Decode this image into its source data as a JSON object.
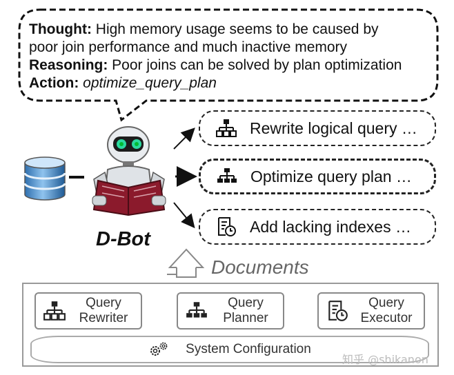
{
  "thought": {
    "thought_label": "Thought:",
    "thought_text": " High memory usage seems to be caused by",
    "thought_text_2": "poor join performance and much inactive memory",
    "reasoning_label": "Reasoning:",
    "reasoning_text": " Poor joins can be solved by plan optimization",
    "action_label": "Action:",
    "action_text": "optimize_query_plan"
  },
  "agent": {
    "name": "D-Bot"
  },
  "actions": [
    {
      "label": "Rewrite logical query …",
      "icon": "hierarchy-icon",
      "selected": false
    },
    {
      "label": "Optimize query plan …",
      "icon": "plan-tree-icon",
      "selected": true
    },
    {
      "label": "Add lacking indexes …",
      "icon": "index-doc-icon",
      "selected": false
    }
  ],
  "documents": {
    "label": "Documents"
  },
  "system": {
    "modules": [
      {
        "line1": "Query",
        "line2": "Rewriter",
        "icon": "hierarchy-icon"
      },
      {
        "line1": "Query",
        "line2": "Planner",
        "icon": "plan-tree-icon"
      },
      {
        "line1": "Query",
        "line2": "Executor",
        "icon": "index-doc-icon"
      }
    ],
    "config": {
      "label": "System Configuration",
      "icon": "gears-icon"
    }
  },
  "watermark": "知乎 @shikanon",
  "colors": {
    "ink": "#111111",
    "border_gray": "#999999",
    "docs_gray": "#666666"
  }
}
